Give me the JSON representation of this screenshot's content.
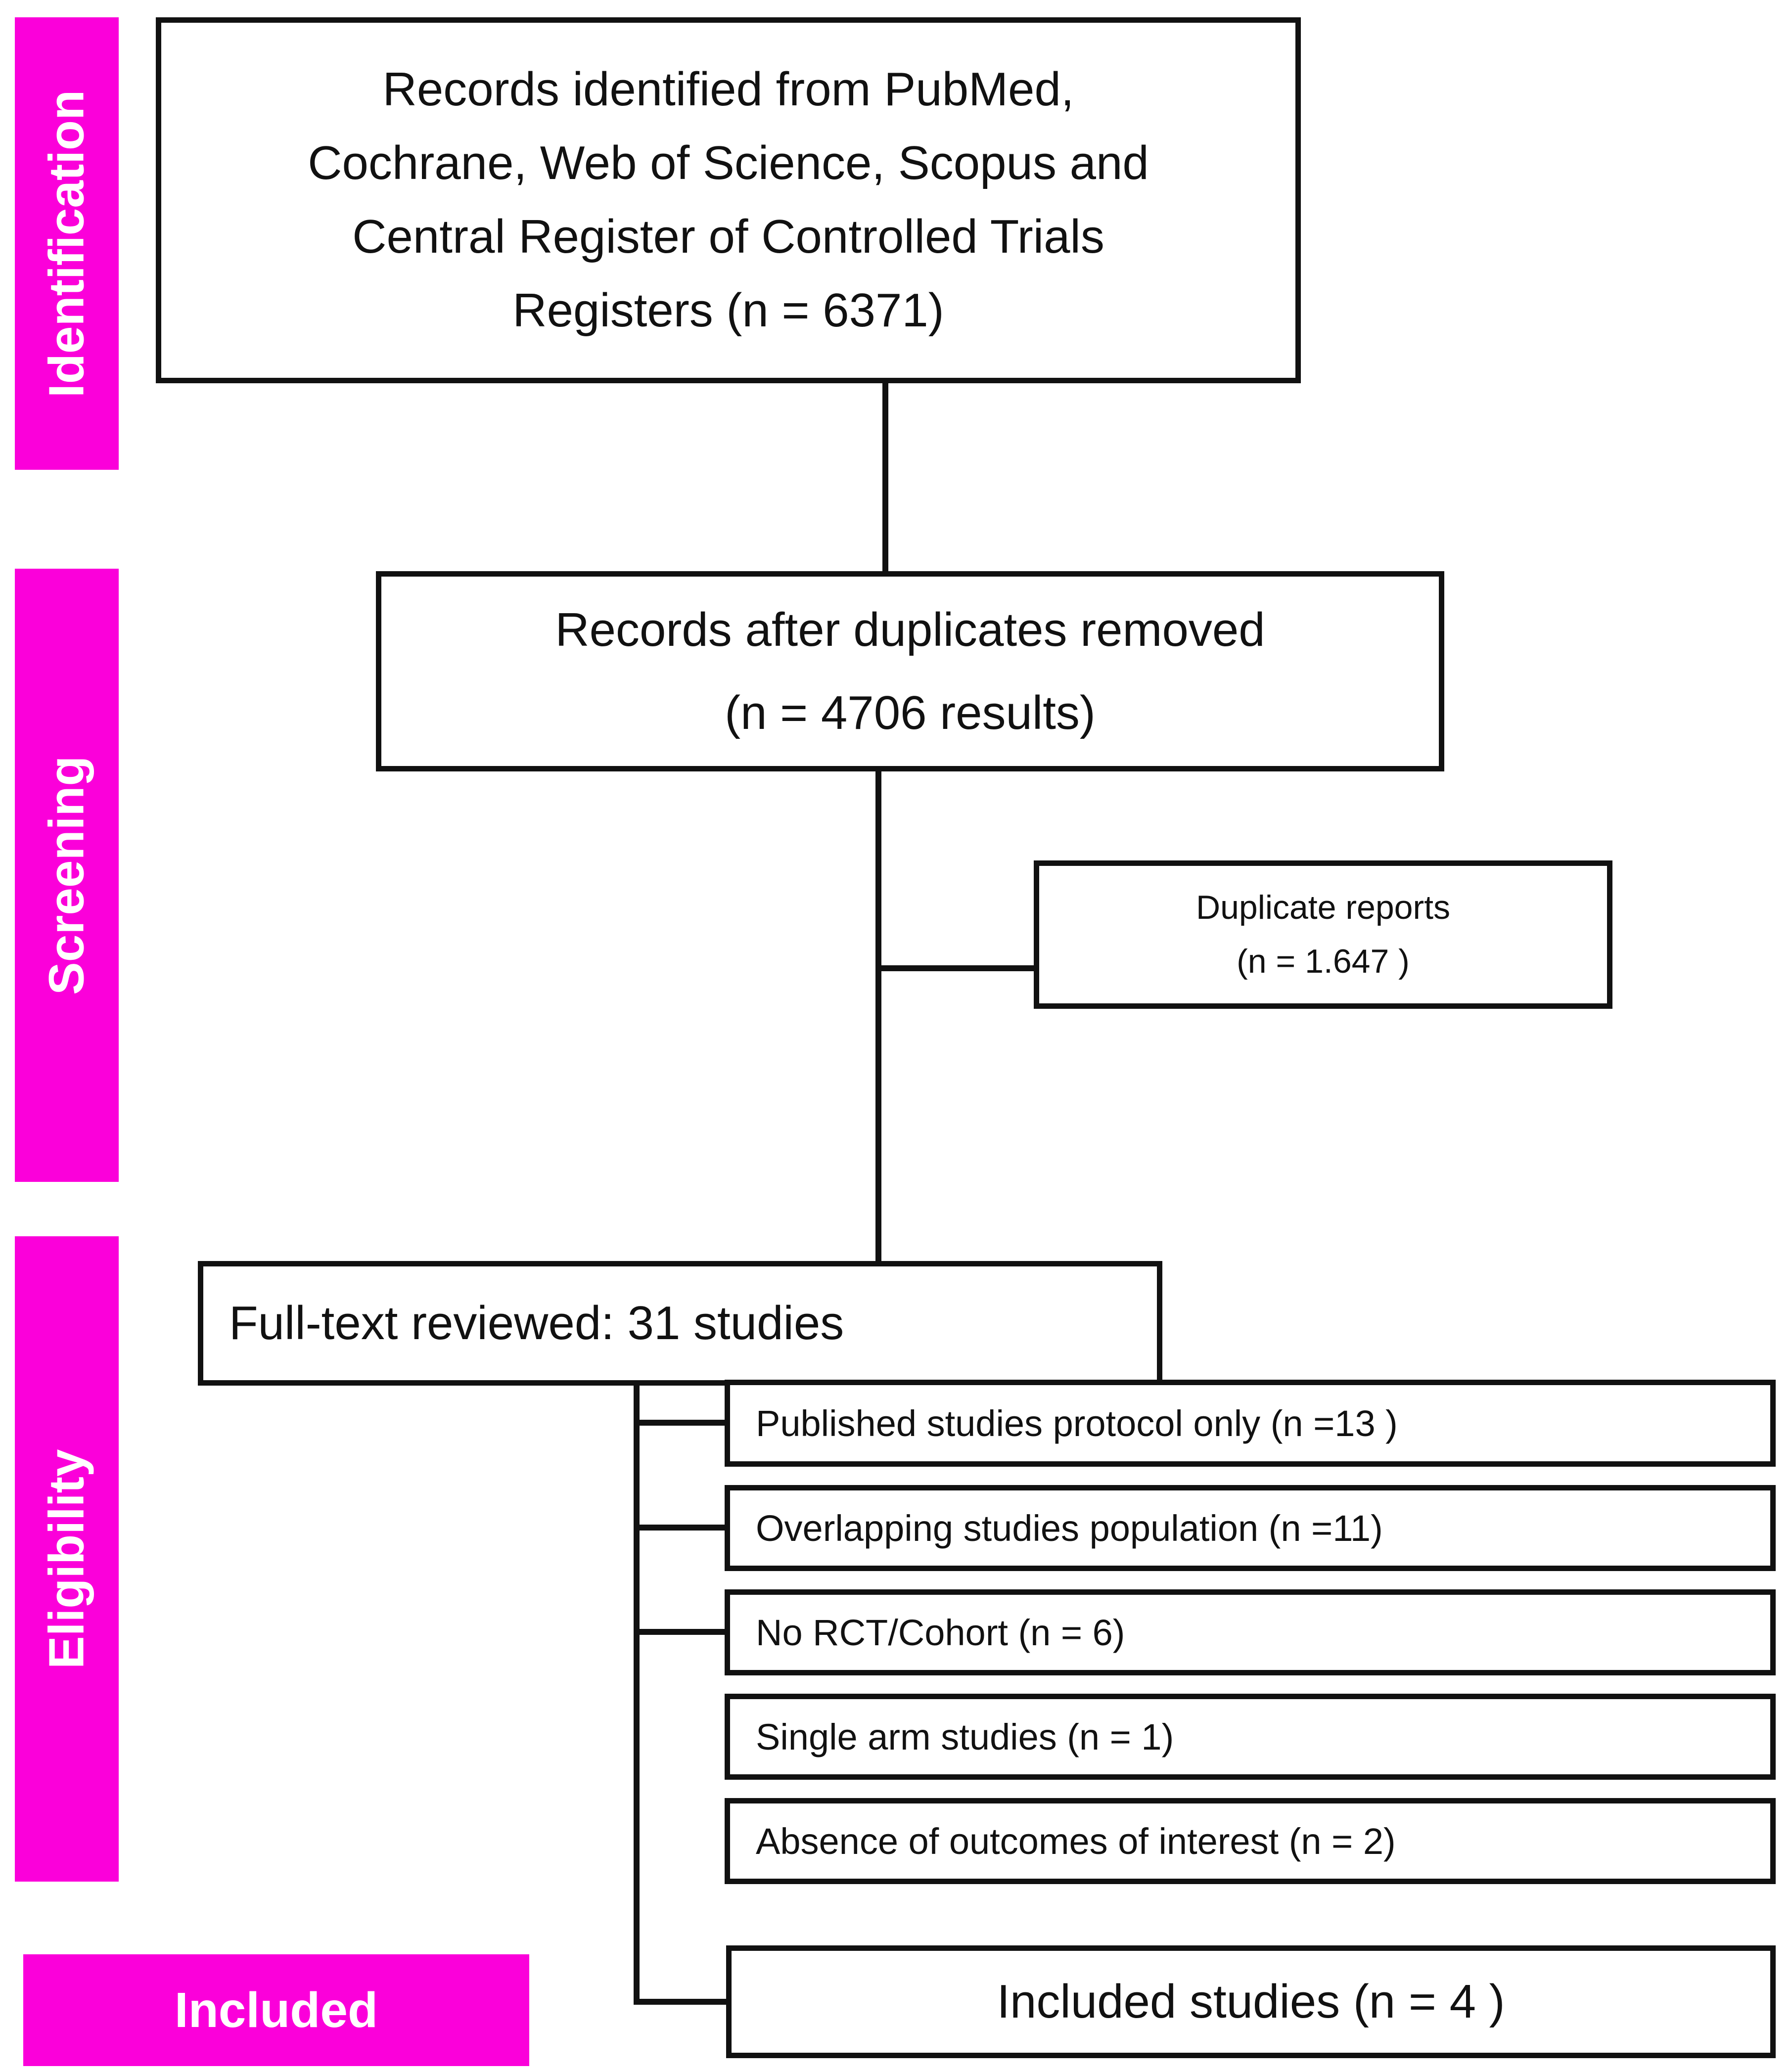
{
  "figure": {
    "type": "prisma-flow-diagram",
    "colors": {
      "stage_bar": "#fb00da",
      "stage_text": "#ffffff",
      "box_border": "#111111",
      "connector": "#111111"
    },
    "stage_bars": {
      "identification": "Identification",
      "screening": "Screening",
      "eligibility": "Eligibility",
      "included": "Included"
    },
    "boxes": {
      "records_identified": {
        "lines": {
          "0": "Records identified from PubMed,",
          "1": "Cochrane, Web of Science, Scopus and",
          "2": "Central Register of Controlled Trials",
          "3": "Registers (n = 6371)"
        }
      },
      "records_after_duplicates": {
        "lines": {
          "0": "Records after duplicates removed",
          "1": "(n = 4706  results)"
        }
      },
      "duplicate_reports": {
        "lines": {
          "0": "Duplicate reports",
          "1": "(n = 1.647 )"
        }
      },
      "full_text_reviewed": {
        "text": "Full-text reviewed: 31 studies"
      },
      "exclusions": [
        "Published studies protocol only (n =13 )",
        "Overlapping studies population (n =11)",
        "No RCT/Cohort (n = 6)",
        "Single arm studies (n = 1)",
        "Absence of outcomes of interest (n = 2)"
      ],
      "included_studies": {
        "text": "Included studies (n = 4 )"
      }
    }
  }
}
